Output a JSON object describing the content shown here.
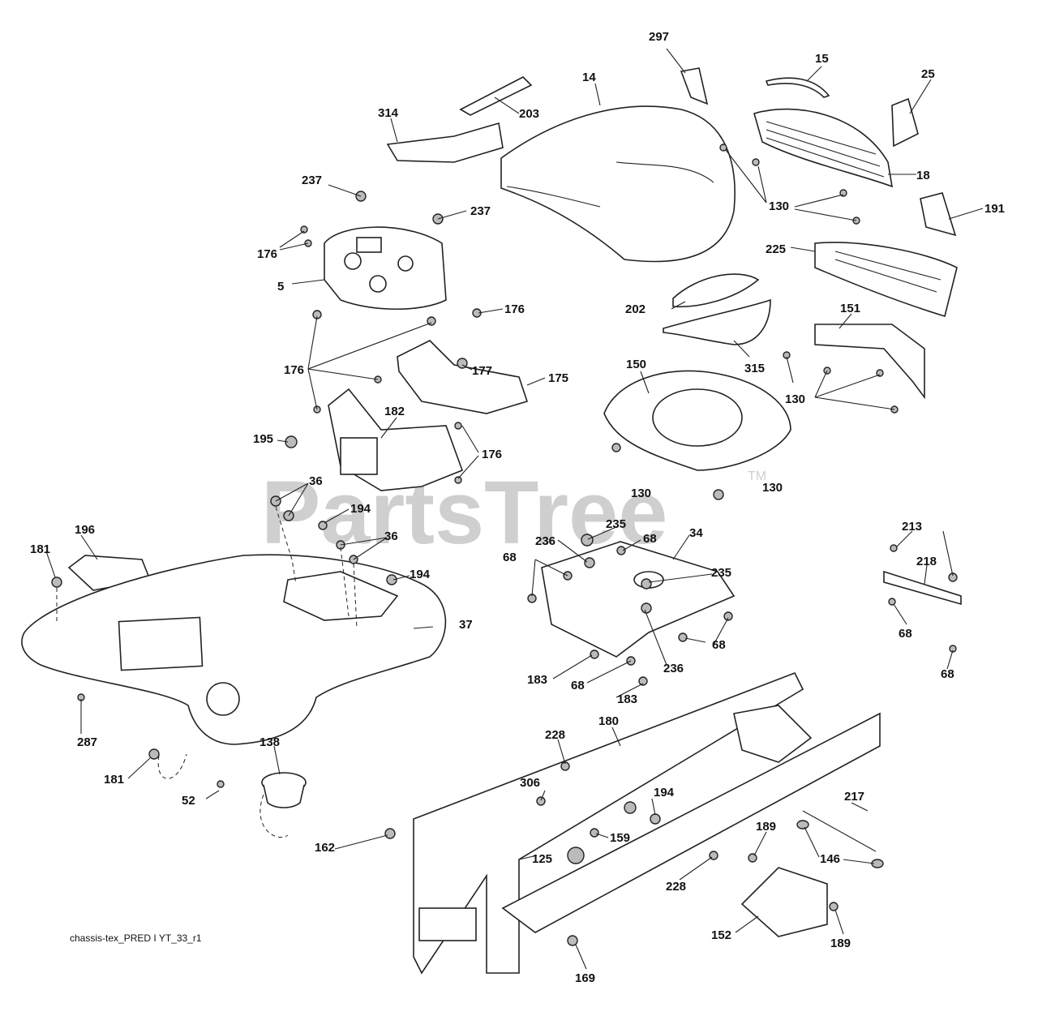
{
  "watermark": {
    "text": "PartsTree",
    "mark": "TM"
  },
  "diagram_code": "chassis-tex_PRED I YT_33_r1",
  "part_labels": [
    "297",
    "15",
    "14",
    "25",
    "314",
    "203",
    "18",
    "130",
    "191",
    "237",
    "176",
    "5",
    "225",
    "202",
    "151",
    "315",
    "177",
    "175",
    "150",
    "182",
    "195",
    "36",
    "194",
    "235",
    "236",
    "68",
    "34",
    "196",
    "181",
    "213",
    "218",
    "37",
    "183",
    "287",
    "180",
    "228",
    "138",
    "306",
    "217",
    "189",
    "52",
    "162",
    "159",
    "146",
    "125",
    "152",
    "169"
  ]
}
